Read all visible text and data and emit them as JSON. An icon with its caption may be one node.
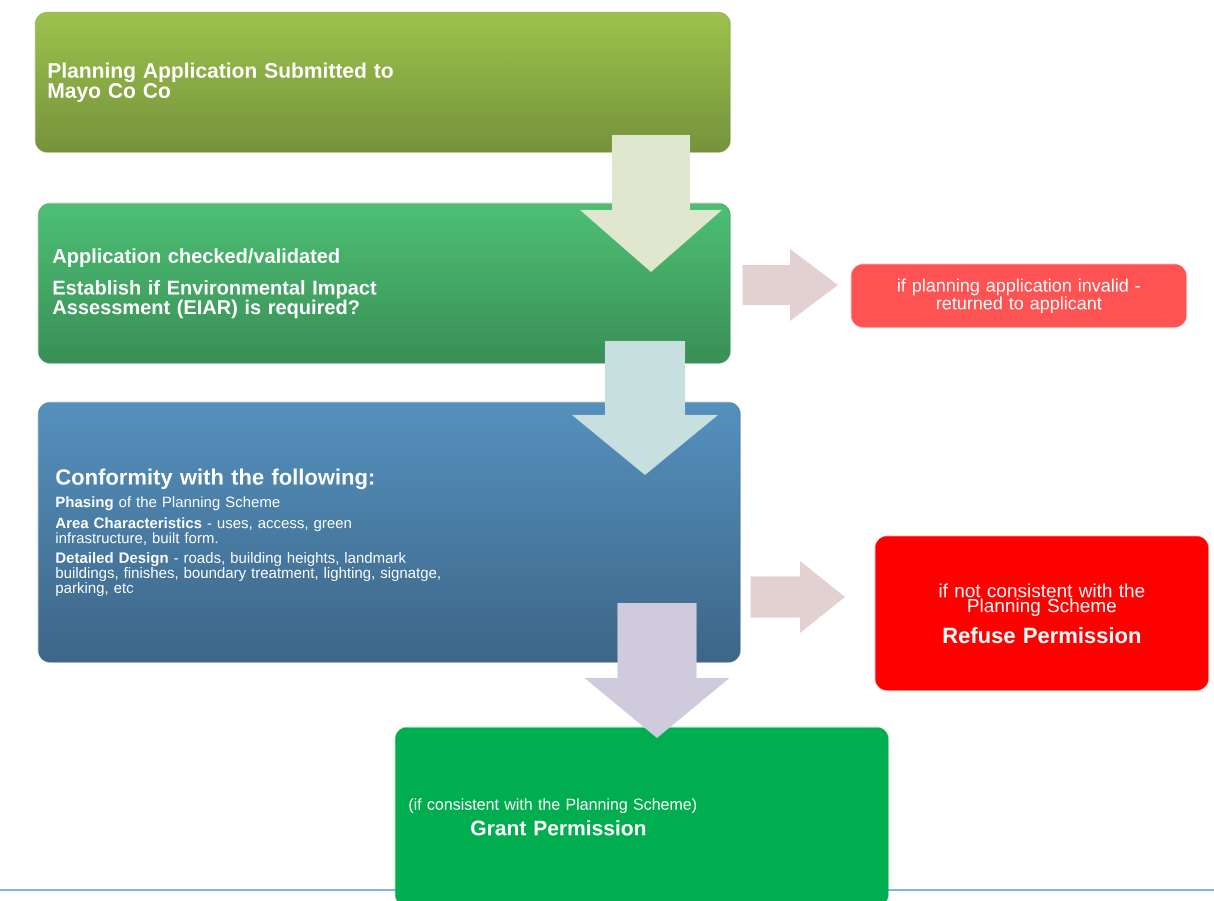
{
  "diagram": {
    "nodes": [
      {
        "text": [
          "Planning Application Submitted to Mayo Co Co"
        ]
      },
      {
        "text": [
          "Application checked/validated",
          "Establish if Environmental Impact Assessment (EIAR) is required?"
        ]
      },
      {
        "text": [
          "if planning application invalid - returned to applicant"
        ]
      },
      {
        "text": [
          "Conformity with the following:",
          "**Phasing** of the Planning Scheme",
          "**Area Characteristics** - uses, access, green infrastructure, built form.",
          "**Detailed Design** - roads, building heights, landmark buildings, finishes, boundary treatment, lighting, signatge, parking, etc"
        ]
      },
      {
        "text": [
          "if not consistent with the Planning Scheme",
          "Refuse Permission"
        ]
      },
      {
        "text": [
          "(if consistent with the Planning Scheme)",
          "Grant Permission"
        ]
      }
    ],
    "edges": [
      {
        "from": 0,
        "to": 1,
        "arrow": "to",
        "color": "#dfe7cf"
      },
      {
        "from": 1,
        "to": 2,
        "arrow": "to",
        "color": "#e3d0d0"
      },
      {
        "from": 1,
        "to": 3,
        "arrow": "to",
        "color": "#c8dfdf"
      },
      {
        "from": 3,
        "to": 4,
        "arrow": "to",
        "color": "#e3d0d0"
      },
      {
        "from": 3,
        "to": 5,
        "arrow": "to",
        "color": "#cfcbdd"
      }
    ]
  }
}
